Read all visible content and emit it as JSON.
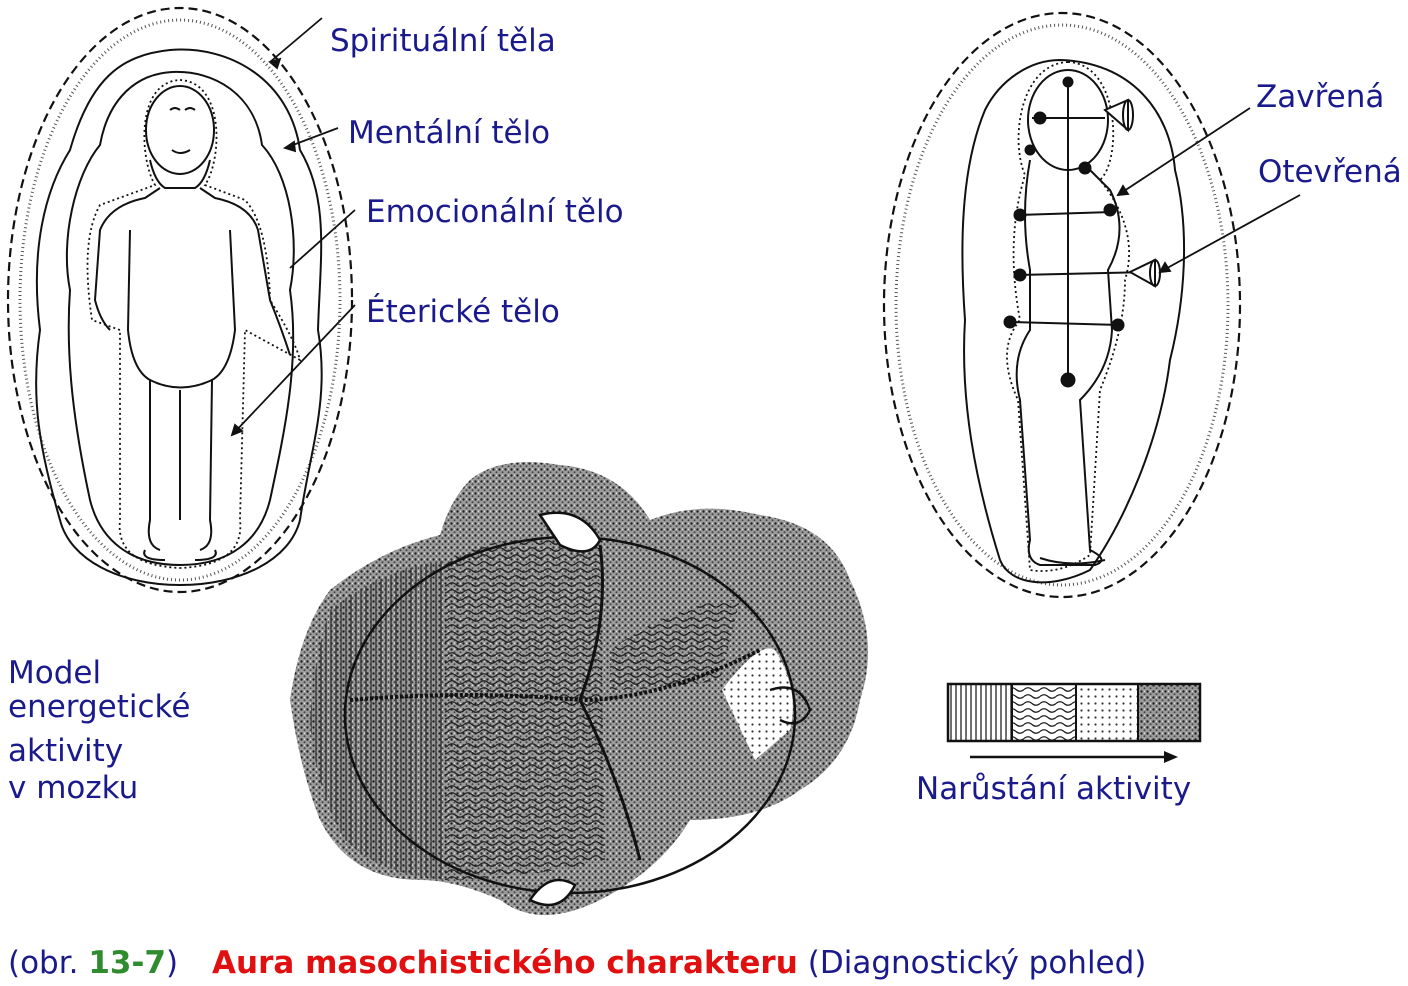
{
  "labels": {
    "spiritual": "Spirituální těla",
    "mental": "Mentální tělo",
    "emotional": "Emocionální tělo",
    "etheric": "Éterické tělo",
    "closed": "Zavřená",
    "open": "Otevřená",
    "model_line1": "Model",
    "model_line2": "energetické",
    "model_line3": "aktivity",
    "model_line4": "v mozku",
    "activity": "Narůstání aktivity"
  },
  "caption": {
    "prefix": "(obr. ",
    "number": "13-7",
    "close": ")",
    "title": "Aura masochistického charakteru",
    "subtitle": "(Diagnostický pohled)"
  },
  "colors": {
    "label": "#1a1a8c",
    "caption_number": "#2e8b2e",
    "caption_title": "#e01010"
  }
}
